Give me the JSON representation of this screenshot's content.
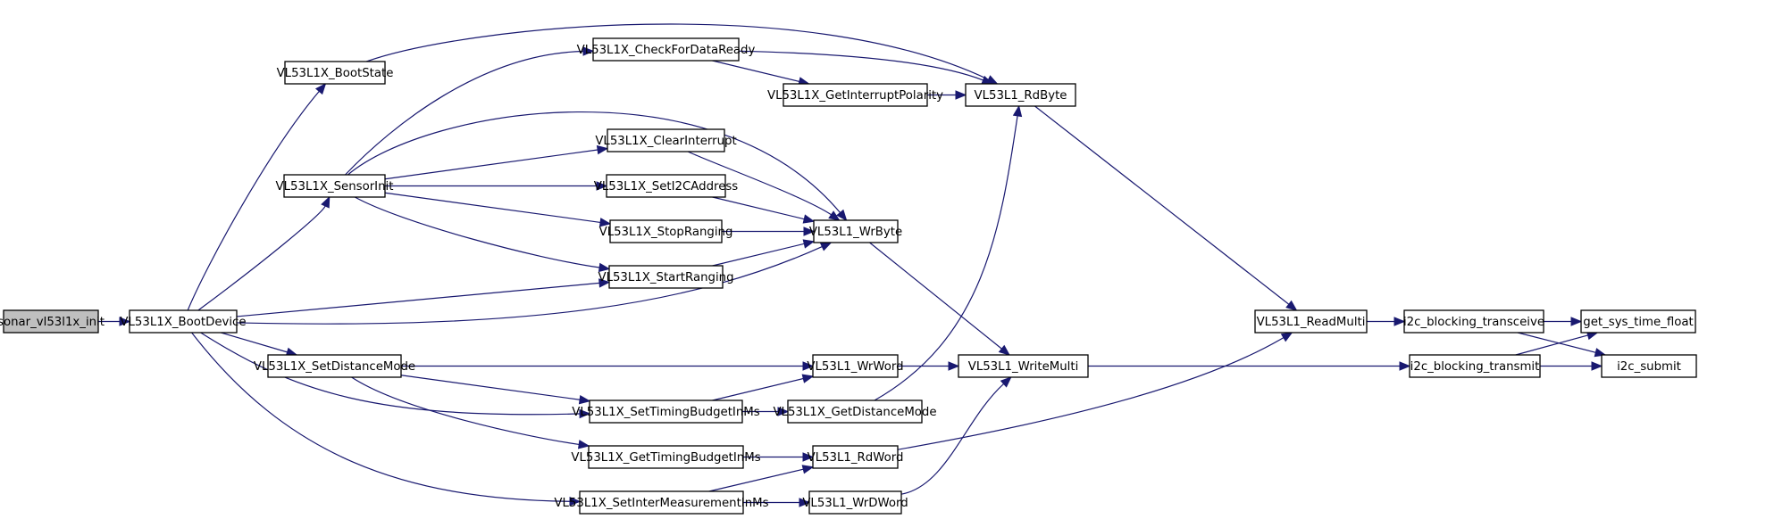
{
  "diagram": {
    "type": "call-graph",
    "edge_color": "#191970",
    "root_fill": "#bfbfbf",
    "nodes": [
      {
        "id": "sonar_vl53l1x_init",
        "label": "sonar_vl53l1x_init",
        "root": true
      },
      {
        "id": "BootDevice",
        "label": "VL53L1X_BootDevice"
      },
      {
        "id": "BootState",
        "label": "VL53L1X_BootState"
      },
      {
        "id": "SensorInit",
        "label": "VL53L1X_SensorInit"
      },
      {
        "id": "SetDistanceMode",
        "label": "VL53L1X_SetDistanceMode"
      },
      {
        "id": "CheckForDataReady",
        "label": "VL53L1X_CheckForDataReady"
      },
      {
        "id": "ClearInterrupt",
        "label": "VL53L1X_ClearInterrupt"
      },
      {
        "id": "SetI2CAddress",
        "label": "VL53L1X_SetI2CAddress"
      },
      {
        "id": "StopRanging",
        "label": "VL53L1X_StopRanging"
      },
      {
        "id": "StartRanging",
        "label": "VL53L1X_StartRanging"
      },
      {
        "id": "SetTimingBudgetInMs",
        "label": "VL53L1X_SetTimingBudgetInMs"
      },
      {
        "id": "GetTimingBudgetInMs",
        "label": "VL53L1X_GetTimingBudgetInMs"
      },
      {
        "id": "SetInterMeasurementInMs",
        "label": "VL53L1X_SetInterMeasurementInMs"
      },
      {
        "id": "GetInterruptPolarity",
        "label": "VL53L1X_GetInterruptPolarity"
      },
      {
        "id": "WrByte",
        "label": "VL53L1_WrByte"
      },
      {
        "id": "WrWord",
        "label": "VL53L1_WrWord"
      },
      {
        "id": "GetDistanceMode",
        "label": "VL53L1X_GetDistanceMode"
      },
      {
        "id": "RdWord",
        "label": "VL53L1_RdWord"
      },
      {
        "id": "WrDWord",
        "label": "VL53L1_WrDWord"
      },
      {
        "id": "RdByte",
        "label": "VL53L1_RdByte"
      },
      {
        "id": "WriteMulti",
        "label": "VL53L1_WriteMulti"
      },
      {
        "id": "ReadMulti",
        "label": "VL53L1_ReadMulti"
      },
      {
        "id": "i2c_blocking_transceive",
        "label": "i2c_blocking_transceive"
      },
      {
        "id": "i2c_blocking_transmit",
        "label": "i2c_blocking_transmit"
      },
      {
        "id": "get_sys_time_float",
        "label": "get_sys_time_float"
      },
      {
        "id": "i2c_submit",
        "label": "i2c_submit"
      }
    ],
    "edges": [
      [
        "sonar_vl53l1x_init",
        "BootDevice"
      ],
      [
        "BootDevice",
        "BootState"
      ],
      [
        "BootDevice",
        "SensorInit"
      ],
      [
        "BootDevice",
        "StartRanging"
      ],
      [
        "BootDevice",
        "SetDistanceMode"
      ],
      [
        "BootDevice",
        "WrByte"
      ],
      [
        "BootDevice",
        "SetTimingBudgetInMs"
      ],
      [
        "BootDevice",
        "SetInterMeasurementInMs"
      ],
      [
        "BootState",
        "RdByte"
      ],
      [
        "SensorInit",
        "CheckForDataReady"
      ],
      [
        "SensorInit",
        "WrByte"
      ],
      [
        "SensorInit",
        "ClearInterrupt"
      ],
      [
        "SensorInit",
        "SetI2CAddress"
      ],
      [
        "SensorInit",
        "StopRanging"
      ],
      [
        "SensorInit",
        "StartRanging"
      ],
      [
        "CheckForDataReady",
        "RdByte"
      ],
      [
        "CheckForDataReady",
        "GetInterruptPolarity"
      ],
      [
        "GetInterruptPolarity",
        "RdByte"
      ],
      [
        "ClearInterrupt",
        "WrByte"
      ],
      [
        "SetI2CAddress",
        "WrByte"
      ],
      [
        "StopRanging",
        "WrByte"
      ],
      [
        "StartRanging",
        "WrByte"
      ],
      [
        "SetDistanceMode",
        "WrWord"
      ],
      [
        "SetDistanceMode",
        "SetTimingBudgetInMs"
      ],
      [
        "SetDistanceMode",
        "GetTimingBudgetInMs"
      ],
      [
        "SetTimingBudgetInMs",
        "WrWord"
      ],
      [
        "SetTimingBudgetInMs",
        "GetDistanceMode"
      ],
      [
        "GetTimingBudgetInMs",
        "RdWord"
      ],
      [
        "SetInterMeasurementInMs",
        "RdWord"
      ],
      [
        "SetInterMeasurementInMs",
        "WrDWord"
      ],
      [
        "GetDistanceMode",
        "RdByte"
      ],
      [
        "WrByte",
        "WriteMulti"
      ],
      [
        "WrWord",
        "WriteMulti"
      ],
      [
        "WrDWord",
        "WriteMulti"
      ],
      [
        "RdWord",
        "ReadMulti"
      ],
      [
        "RdByte",
        "ReadMulti"
      ],
      [
        "ReadMulti",
        "i2c_blocking_transceive"
      ],
      [
        "WriteMulti",
        "i2c_blocking_transmit"
      ],
      [
        "i2c_blocking_transceive",
        "get_sys_time_float"
      ],
      [
        "i2c_blocking_transceive",
        "i2c_submit"
      ],
      [
        "i2c_blocking_transmit",
        "get_sys_time_float"
      ],
      [
        "i2c_blocking_transmit",
        "i2c_submit"
      ]
    ]
  }
}
